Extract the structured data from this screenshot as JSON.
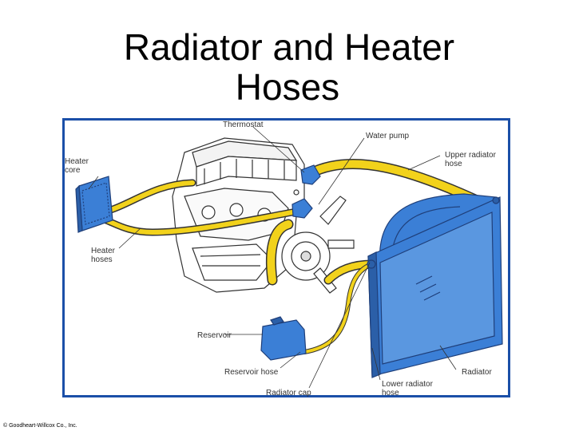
{
  "title": {
    "line1": "Radiator and Heater",
    "line2": "Hoses"
  },
  "labels": {
    "thermostat": "Thermostat",
    "water_pump": "Water pump",
    "upper_radiator_hose_l1": "Upper radiator",
    "upper_radiator_hose_l2": "hose",
    "heater_core_l1": "Heater",
    "heater_core_l2": "core",
    "heater_hoses_l1": "Heater",
    "heater_hoses_l2": "hoses",
    "reservoir": "Reservoir",
    "reservoir_hose": "Reservoir hose",
    "radiator": "Radiator",
    "lower_radiator_hose_l1": "Lower radiator",
    "lower_radiator_hose_l2": "hose",
    "radiator_cap": "Radiator cap"
  },
  "copyright": "© Goodheart-Willcox Co., Inc.",
  "colors": {
    "hose_yellow": "#f2d21b",
    "component_blue": "#3b7fd6",
    "frame_blue": "#1b4fa8",
    "engine_fill": "#ffffff",
    "engine_line": "#333333"
  }
}
